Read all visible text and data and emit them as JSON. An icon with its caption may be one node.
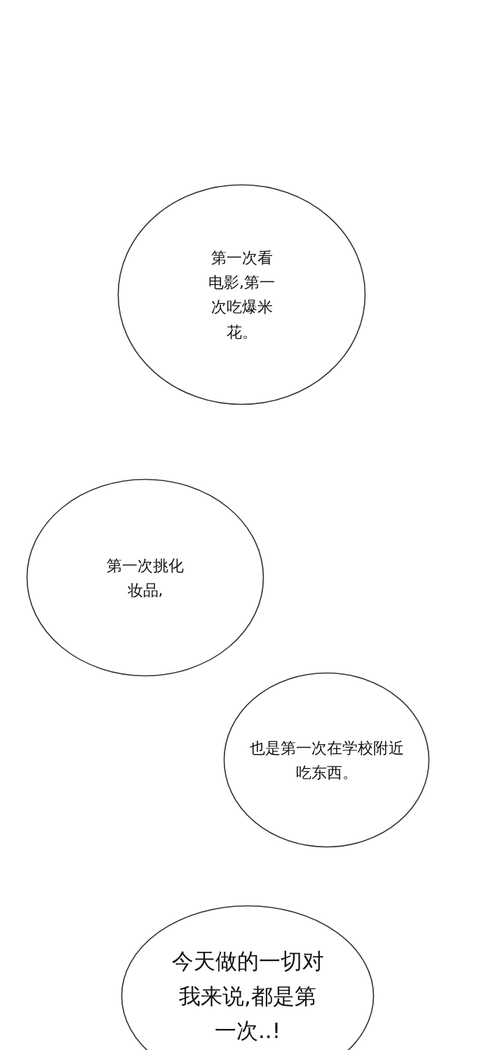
{
  "diagram": {
    "nodes": [
      {
        "text": [
          "第一次看电影,第一次吃爆米花。"
        ]
      },
      {
        "text": [
          "第一次挑化妆品,"
        ]
      },
      {
        "text": [
          "也是第一次在学校附近吃东西。"
        ]
      },
      {
        "text": [
          "今天做的一切对我来说,都是第一次..!"
        ]
      }
    ]
  }
}
